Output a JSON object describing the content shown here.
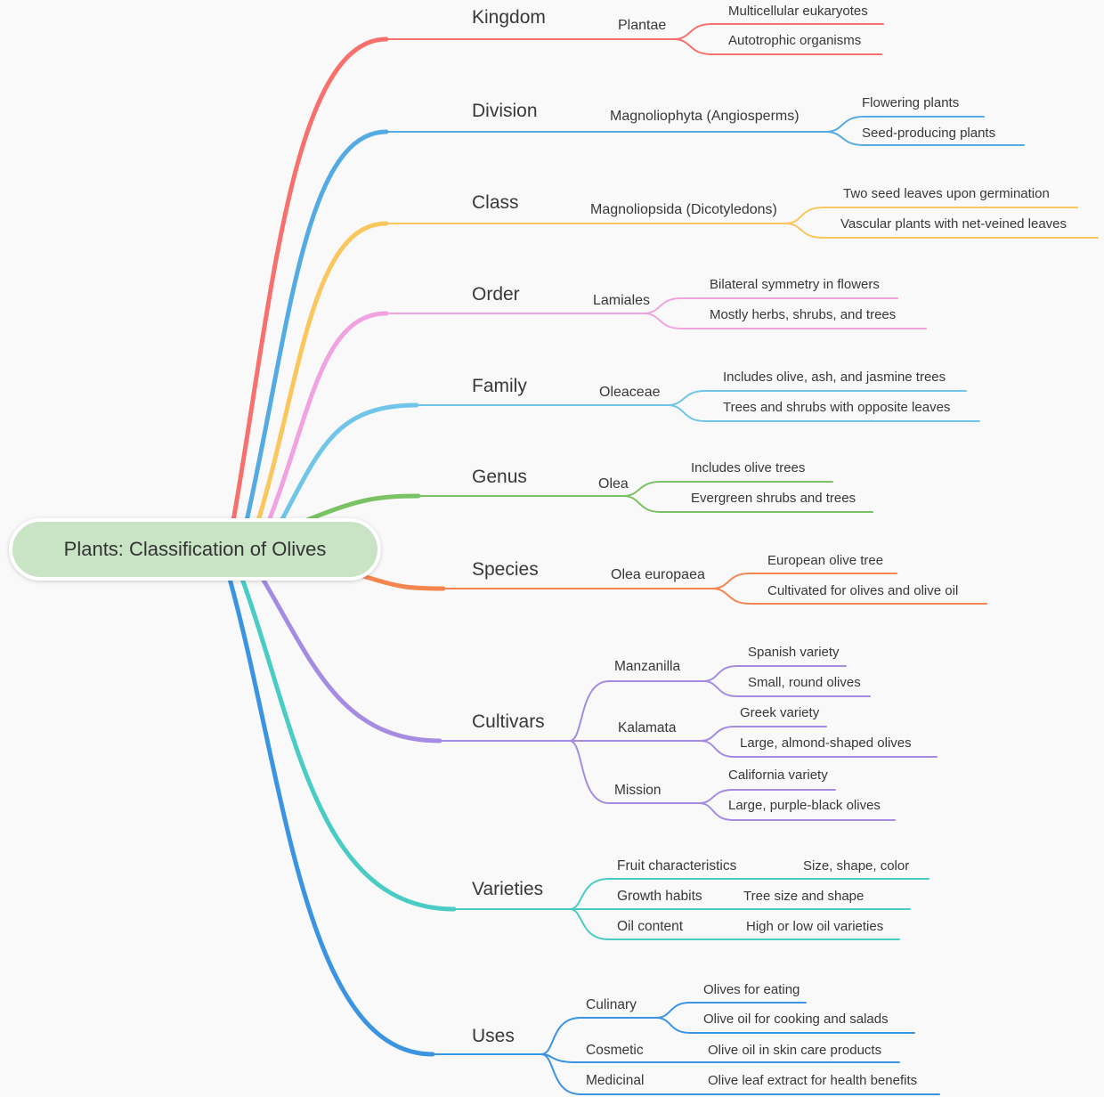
{
  "background": "#f9f9f9",
  "text_color": "#383838",
  "root": {
    "label": "Plants: Classification of Olives",
    "fill": "#c8e4c5"
  },
  "branches": [
    {
      "label": "Kingdom",
      "color": "#f7706d",
      "node": "Plantae",
      "leaves": [
        "Multicellular eukaryotes",
        "Autotrophic organisms"
      ]
    },
    {
      "label": "Division",
      "color": "#54abe4",
      "node": "Magnoliophyta (Angiosperms)",
      "leaves": [
        "Flowering plants",
        "Seed-producing plants"
      ]
    },
    {
      "label": "Class",
      "color": "#f9c75e",
      "node": "Magnoliopsida (Dicotyledons)",
      "leaves": [
        "Two seed leaves upon germination",
        "Vascular plants with net-veined leaves"
      ]
    },
    {
      "label": "Order",
      "color": "#f0a3e0",
      "node": "Lamiales",
      "leaves": [
        "Bilateral symmetry in flowers",
        "Mostly herbs, shrubs, and trees"
      ]
    },
    {
      "label": "Family",
      "color": "#71c5e8",
      "node": "Oleaceae",
      "leaves": [
        "Includes olive, ash, and jasmine trees",
        "Trees and shrubs with opposite leaves"
      ]
    },
    {
      "label": "Genus",
      "color": "#7ac364",
      "node": "Olea",
      "leaves": [
        "Includes olive trees",
        "Evergreen shrubs and trees"
      ]
    },
    {
      "label": "Species",
      "color": "#f5854f",
      "node": "Olea europaea",
      "leaves": [
        "European olive tree",
        "Cultivated for olives and olive oil"
      ]
    },
    {
      "label": "Cultivars",
      "color": "#a58ce2",
      "children": [
        {
          "label": "Manzanilla",
          "leaves": [
            "Spanish variety",
            "Small, round olives"
          ]
        },
        {
          "label": "Kalamata",
          "leaves": [
            "Greek variety",
            "Large, almond-shaped olives"
          ]
        },
        {
          "label": "Mission",
          "leaves": [
            "California variety",
            "Large, purple-black olives"
          ]
        }
      ]
    },
    {
      "label": "Varieties",
      "color": "#49ccc4",
      "children": [
        {
          "label": "Fruit characteristics",
          "leaves": [
            "Size, shape, color"
          ]
        },
        {
          "label": "Growth habits",
          "leaves": [
            "Tree size and shape"
          ]
        },
        {
          "label": "Oil content",
          "leaves": [
            "High or low oil varieties"
          ]
        }
      ]
    },
    {
      "label": "Uses",
      "color": "#3b94e2",
      "children": [
        {
          "label": "Culinary",
          "leaves": [
            "Olives for eating",
            "Olive oil for cooking and salads"
          ]
        },
        {
          "label": "Cosmetic",
          "leaves": [
            "Olive oil in skin care products"
          ]
        },
        {
          "label": "Medicinal",
          "leaves": [
            "Olive leaf extract for health benefits"
          ]
        }
      ]
    }
  ]
}
